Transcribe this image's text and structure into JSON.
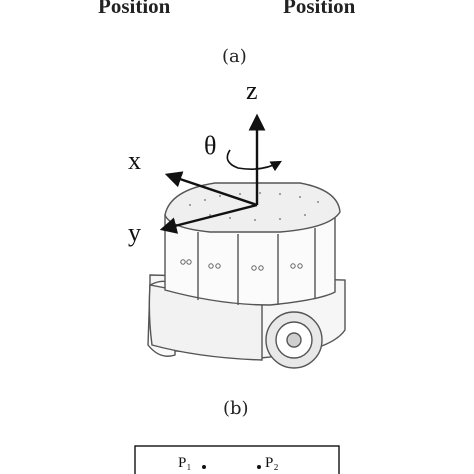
{
  "top": {
    "left_label": "Position",
    "right_label": "Position"
  },
  "captions": {
    "a": "(a)",
    "b": "(b)"
  },
  "axes": {
    "z": "z",
    "x": "x",
    "y": "y",
    "theta": "θ"
  },
  "box": {
    "p1_label": "P₁",
    "p2_label": "P₂"
  },
  "colors": {
    "ink": "#111111",
    "robot_line": "#555555",
    "robot_fill": "#f4f4f4"
  }
}
